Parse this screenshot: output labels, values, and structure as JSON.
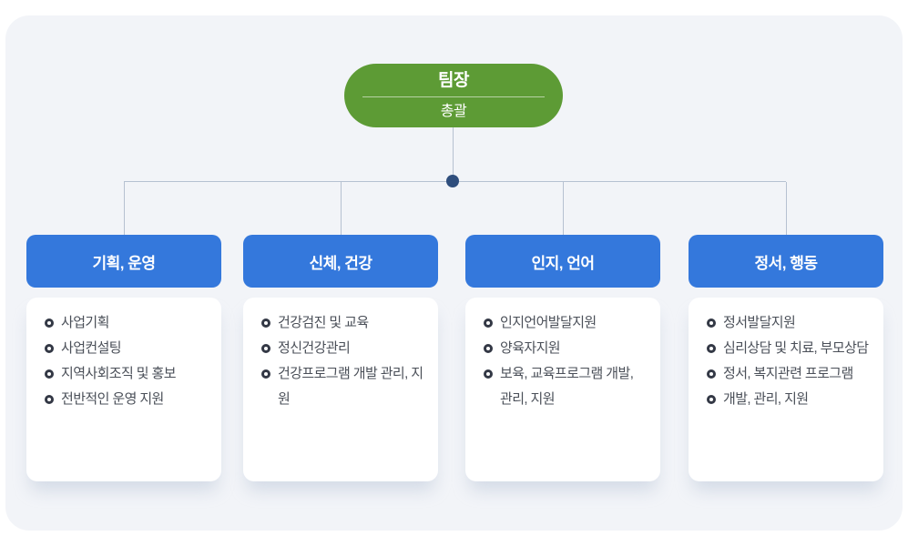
{
  "root": {
    "title": "팀장",
    "subtitle": "총괄"
  },
  "branches": [
    {
      "label": "기획, 운영",
      "items": [
        "사업기획",
        "사업컨설팅",
        "지역사회조직 및 홍보",
        "전반적인 운영 지원"
      ]
    },
    {
      "label": "신체, 건강",
      "items": [
        "건강검진 및 교육",
        "정신건강관리",
        "건강프로그램 개발 관리, 지원"
      ]
    },
    {
      "label": "인지, 언어",
      "items": [
        "인지언어발달지원",
        "양육자지원",
        "보육, 교육프로그램 개발, 관리, 지원"
      ]
    },
    {
      "label": "정서, 행동",
      "items": [
        "정서발달지원",
        "심리상담 및 치료, 부모상담",
        "정서, 복지관련 프로그램",
        "개발, 관리, 지원"
      ]
    }
  ],
  "icons": {
    "bullet": "donut-bullet-icon",
    "junction": "junction-dot"
  },
  "colors": {
    "green": "#5d9b35",
    "blue": "#3478dc",
    "panel_bg": "#f2f4f8",
    "line": "#b6c1d1",
    "dot": "#2f4e7d",
    "text": "#4a4f58",
    "card_bg": "#ffffff"
  }
}
